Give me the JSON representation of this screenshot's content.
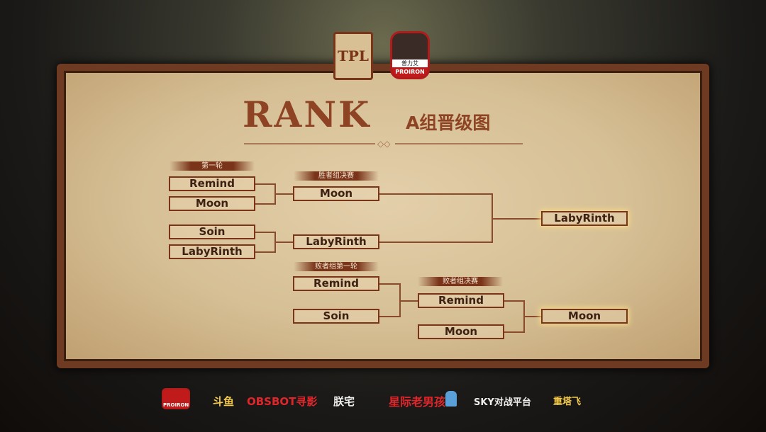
{
  "header": {
    "title": "RANK",
    "subtitle": "A组晋级图",
    "logo_tpl": "TPL",
    "logo_sponsor_cn": "普力艾",
    "logo_sponsor_en": "PROIRON"
  },
  "rounds": {
    "r1": {
      "label": "第一轮",
      "teams": [
        "Remind",
        "Moon",
        "Soin",
        "LabyRinth"
      ]
    },
    "wf": {
      "label": "胜者组决赛",
      "teams": [
        "Moon",
        "LabyRinth"
      ]
    },
    "l1": {
      "label": "败者组第一轮",
      "teams": [
        "Remind",
        "Soin"
      ]
    },
    "lf": {
      "label": "败者组决赛",
      "teams": [
        "Remind",
        "Moon"
      ]
    },
    "advance": {
      "teams": [
        "LabyRinth",
        "Moon"
      ]
    }
  },
  "sponsors": [
    "PROIRON",
    "斗鱼",
    "OBSBOT寻影",
    "朕宅",
    "星际老男孩",
    "SKY对战平台",
    "重塔飞"
  ],
  "colors": {
    "accent": "#8e4424",
    "box_border": "#7a3519"
  }
}
